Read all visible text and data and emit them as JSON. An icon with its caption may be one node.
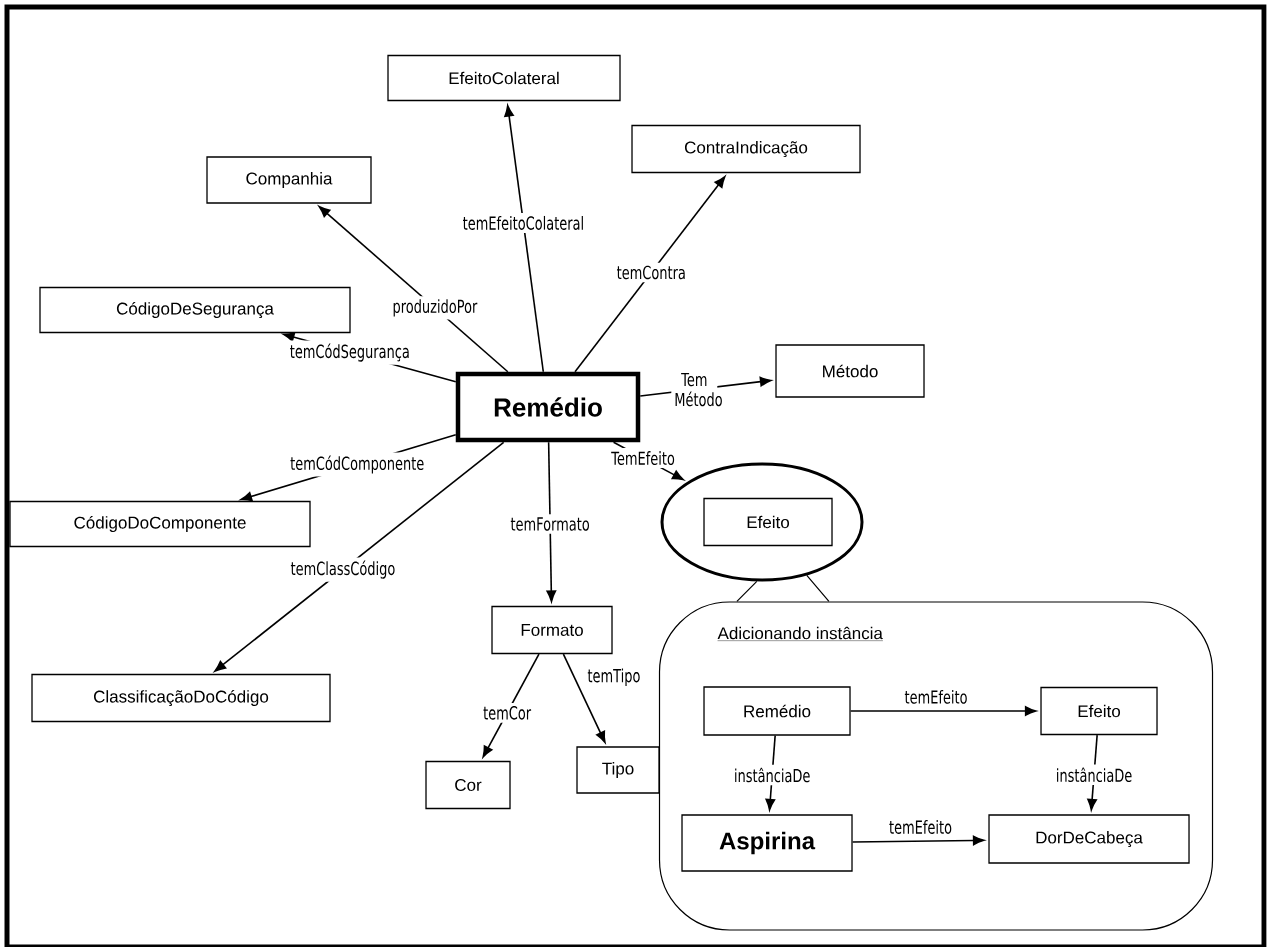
{
  "diagram": {
    "nodes": [
      {
        "text": [
          "EfeitoColateral"
        ]
      },
      {
        "text": [
          "ContraIndicação"
        ]
      },
      {
        "text": [
          "Companhia"
        ]
      },
      {
        "text": [
          "CódigoDeSegurança"
        ]
      },
      {
        "text": [
          "Remédio"
        ]
      },
      {
        "text": [
          "Método"
        ]
      },
      {
        "text": [
          "CódigoDoComponente"
        ]
      },
      {
        "text": [],
        "shape": "ellipse"
      },
      {
        "text": [
          "Efeito"
        ],
        "in": 7
      },
      {
        "text": [
          "Formato"
        ]
      },
      {
        "text": [
          "ClassificaçãoDoCódigo"
        ]
      },
      {
        "text": [
          "Cor"
        ]
      },
      {
        "text": [
          "Tipo"
        ]
      },
      {
        "text": [
          "Adicionando instância"
        ]
      },
      {
        "text": [
          "Remédio"
        ],
        "in": 13
      },
      {
        "text": [
          "Efeito"
        ],
        "in": 13
      },
      {
        "text": [
          "Aspirina"
        ],
        "in": 13
      },
      {
        "text": [
          "DorDeCabeça"
        ],
        "in": 13
      }
    ],
    "edges": [
      {
        "from": 4,
        "to": 0,
        "arrow": "to",
        "label": "temEfeitoColateral"
      },
      {
        "from": 4,
        "to": 1,
        "arrow": "to",
        "label": "temContra"
      },
      {
        "from": 4,
        "to": 2,
        "arrow": "to",
        "label": "produzidoPor"
      },
      {
        "from": 4,
        "to": 3,
        "arrow": "to",
        "label": "temCódSegurança"
      },
      {
        "from": 4,
        "to": 5,
        "arrow": "to",
        "label": "Tem Método"
      },
      {
        "from": 4,
        "to": 6,
        "arrow": "to",
        "label": "temCódComponente"
      },
      {
        "from": 4,
        "to": 7,
        "arrow": "to",
        "label": "TemEfeito"
      },
      {
        "from": 4,
        "to": 9,
        "arrow": "to",
        "label": "temFormato"
      },
      {
        "from": 4,
        "to": 10,
        "arrow": "to",
        "label": "temClassCódigo"
      },
      {
        "from": 9,
        "to": 11,
        "arrow": "to",
        "label": "temCor"
      },
      {
        "from": 9,
        "to": 12,
        "arrow": "to",
        "label": "temTipo"
      },
      {
        "from": 13,
        "to": 7,
        "arrow": "none"
      },
      {
        "from": 14,
        "to": 15,
        "arrow": "to",
        "label": "temEfeito"
      },
      {
        "from": 14,
        "to": 16,
        "arrow": "to",
        "label": "instânciaDe"
      },
      {
        "from": 15,
        "to": 17,
        "arrow": "to",
        "label": "instânciaDe"
      },
      {
        "from": 16,
        "to": 17,
        "arrow": "to",
        "label": "temEfeito"
      }
    ]
  }
}
